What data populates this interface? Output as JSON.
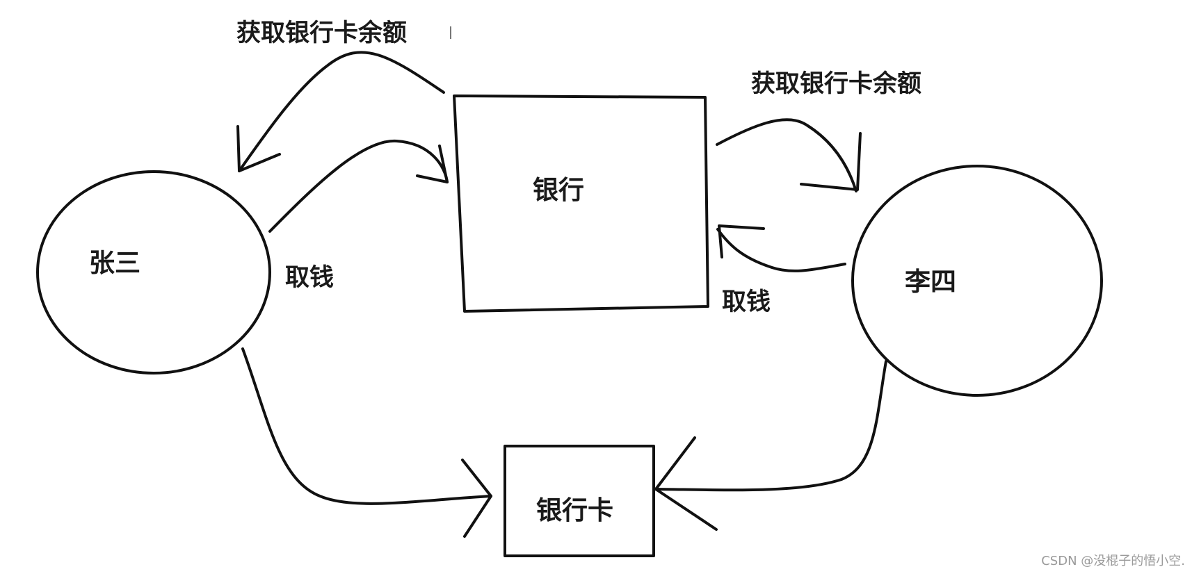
{
  "nodes": {
    "zhangsan": "张三",
    "lisi": "李四",
    "bank": "银行",
    "bank_card": "银行卡"
  },
  "edges": {
    "bank_to_zhangsan": "获取银行卡余额",
    "zhangsan_to_bank": "取钱",
    "bank_to_lisi": "获取银行卡余额",
    "lisi_to_bank": "取钱"
  },
  "watermark": "CSDN @没棍子的悟小空."
}
